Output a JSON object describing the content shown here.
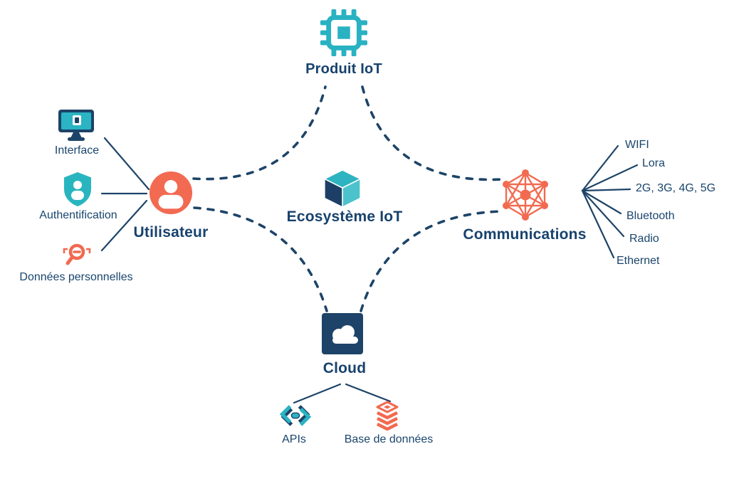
{
  "colors": {
    "teal": "#29b2c2",
    "teal_light": "#4cc3cc",
    "navy": "#1d4368",
    "coral": "#f26a50",
    "background": "#ffffff"
  },
  "center": {
    "label": "Ecosystème IoT",
    "icon": "cube-icon"
  },
  "top": {
    "label": "Produit IoT",
    "icon": "chip-icon"
  },
  "left": {
    "label": "Utilisateur",
    "icon": "user-circle-icon",
    "items": [
      {
        "label": "Interface",
        "icon": "monitor-icon"
      },
      {
        "label": "Authentification",
        "icon": "shield-user-icon"
      },
      {
        "label": "Données personnelles",
        "icon": "search-scan-icon"
      }
    ]
  },
  "right": {
    "label": "Communications",
    "icon": "network-mesh-icon",
    "protocols": [
      {
        "label": "WIFI"
      },
      {
        "label": "Lora"
      },
      {
        "label": "2G, 3G, 4G, 5G"
      },
      {
        "label": "Bluetooth"
      },
      {
        "label": "Radio"
      },
      {
        "label": "Ethernet"
      }
    ]
  },
  "bottom": {
    "label": "Cloud",
    "icon": "cloud-icon",
    "items": [
      {
        "label": "APIs",
        "icon": "code-brackets-icon"
      },
      {
        "label": "Base de données",
        "icon": "database-stack-icon"
      }
    ]
  }
}
